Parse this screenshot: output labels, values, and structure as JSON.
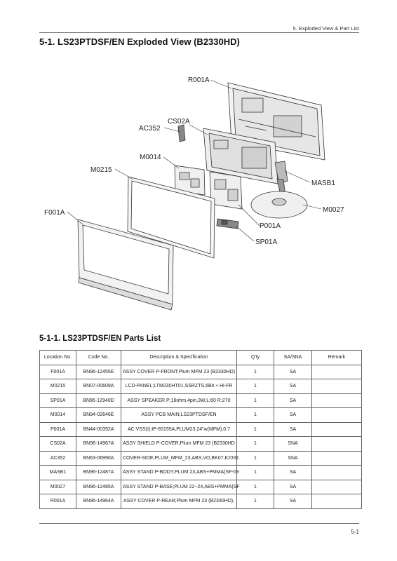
{
  "header": {
    "section": "5. Exploded View & Part List"
  },
  "title": "5-1. LS23PTDSF/EN Exploded View (B2330HD)",
  "diagram": {
    "labels": {
      "r001a": "R001A",
      "cs02a": "CS02A",
      "ac352": "AC352",
      "m0014": "M0014",
      "m0215": "M0215",
      "masb1": "MASB1",
      "m0027": "M0027",
      "f001a": "F001A",
      "p001a": "P001A",
      "sp01a": "SP01A"
    }
  },
  "parts_list": {
    "title": "5-1-1. LS23PTDSF/EN Parts List",
    "columns": [
      "Location No.",
      "Code No.",
      "Description & Specification",
      "Q'ty",
      "SA/SNA",
      "Remark"
    ],
    "rows": [
      [
        "F001A",
        "BN96-12455E",
        "ASSY COVER P-FRONT;Plum MFM 23 (B2330HD)",
        "1",
        "SA",
        ""
      ],
      [
        "M0215",
        "BN07-00609A",
        "LCD-PANEL;LTM230HT01,SSRZTS,6Bit + Hi-FR",
        "1",
        "SA",
        ""
      ],
      [
        "SP01A",
        "BN96-12940D",
        "ASSY SPEAKER P;16ohm,4pin,3W,L:60 R:270",
        "1",
        "SA",
        ""
      ],
      [
        "M0014",
        "BN94-02646E",
        "ASSY PCB MAIN;LS23PTDSF/EN",
        "1",
        "SA",
        ""
      ],
      [
        "P001A",
        "BN44-00392A",
        "AC VSS(I);IP-65155A,PLUM23,24\"w(MFM),0.7",
        "1",
        "SA",
        ""
      ],
      [
        "CS02A",
        "BN96-14967A",
        "ASSY SHIELD P-COVER;Plum MFM 23 (B2330HD",
        "1",
        "SNA",
        ""
      ],
      [
        "AC352",
        "BN63-06990A",
        "COVER-SIDE;PLUM_MFM_23,ABS,VO,BK07,K2331",
        "1",
        "SNA",
        ""
      ],
      [
        "MASB1",
        "BN96-12487A",
        "ASSY STAND P-BODY;PLUM 23,ABS+PMMA(SF-09",
        "1",
        "SA",
        ""
      ],
      [
        "M0027",
        "BN96-12485A",
        "ASSY STAND P-BASE;PLUM 22~24,ABS+PMMA(SF",
        "1",
        "SA",
        ""
      ],
      [
        "R001A",
        "BN96-14964A",
        "ASSY COVER P-REAR;Plum MFM 23 (B2330HD),",
        "1",
        "SA",
        ""
      ]
    ]
  },
  "footer": {
    "page": "5-1"
  }
}
